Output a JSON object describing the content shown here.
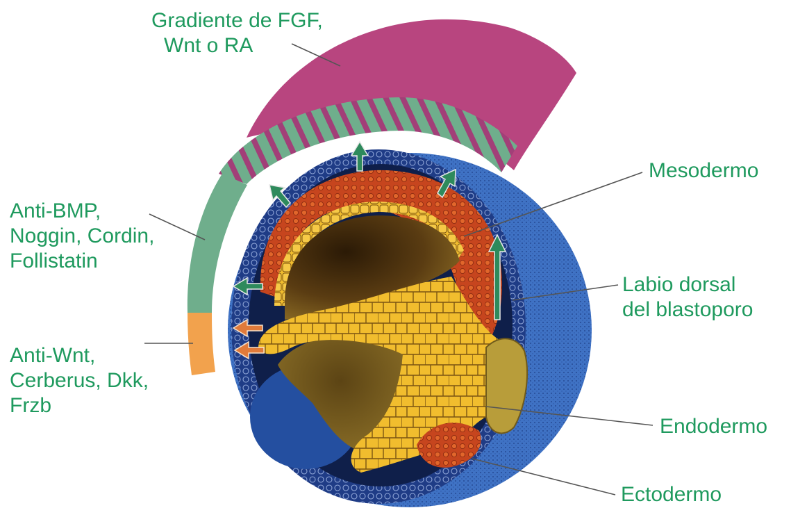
{
  "colors": {
    "label_text": "#1f9a5e",
    "fgf_gradient": "#b8457f",
    "anti_bmp": "#6fae8c",
    "anti_wnt": "#f2a24d",
    "ectoderm": "#1f3c86",
    "outer_blue": "#3f72c4",
    "mesoderm": "#c6451e",
    "endoderm": "#f1bd2e",
    "archenteron": "#5a3c12",
    "blastocoel": "#7a5a1c",
    "arrow_green": "#2e8a5c",
    "arrow_orange": "#e07a3a"
  },
  "labels": {
    "fgf": [
      "Gradiente de FGF,",
      "Wnt o RA"
    ],
    "anti_bmp": [
      "Anti-BMP,",
      "Noggin, Cordin,",
      "Follistatin"
    ],
    "anti_wnt": [
      "Anti-Wnt,",
      "Cerberus, Dkk,",
      "Frzb"
    ],
    "mesodermo": "Mesodermo",
    "labio_dorsal": [
      "Labio dorsal",
      "del blastoporo"
    ],
    "endodermo": "Endodermo",
    "ectodermo": "Ectodermo"
  }
}
